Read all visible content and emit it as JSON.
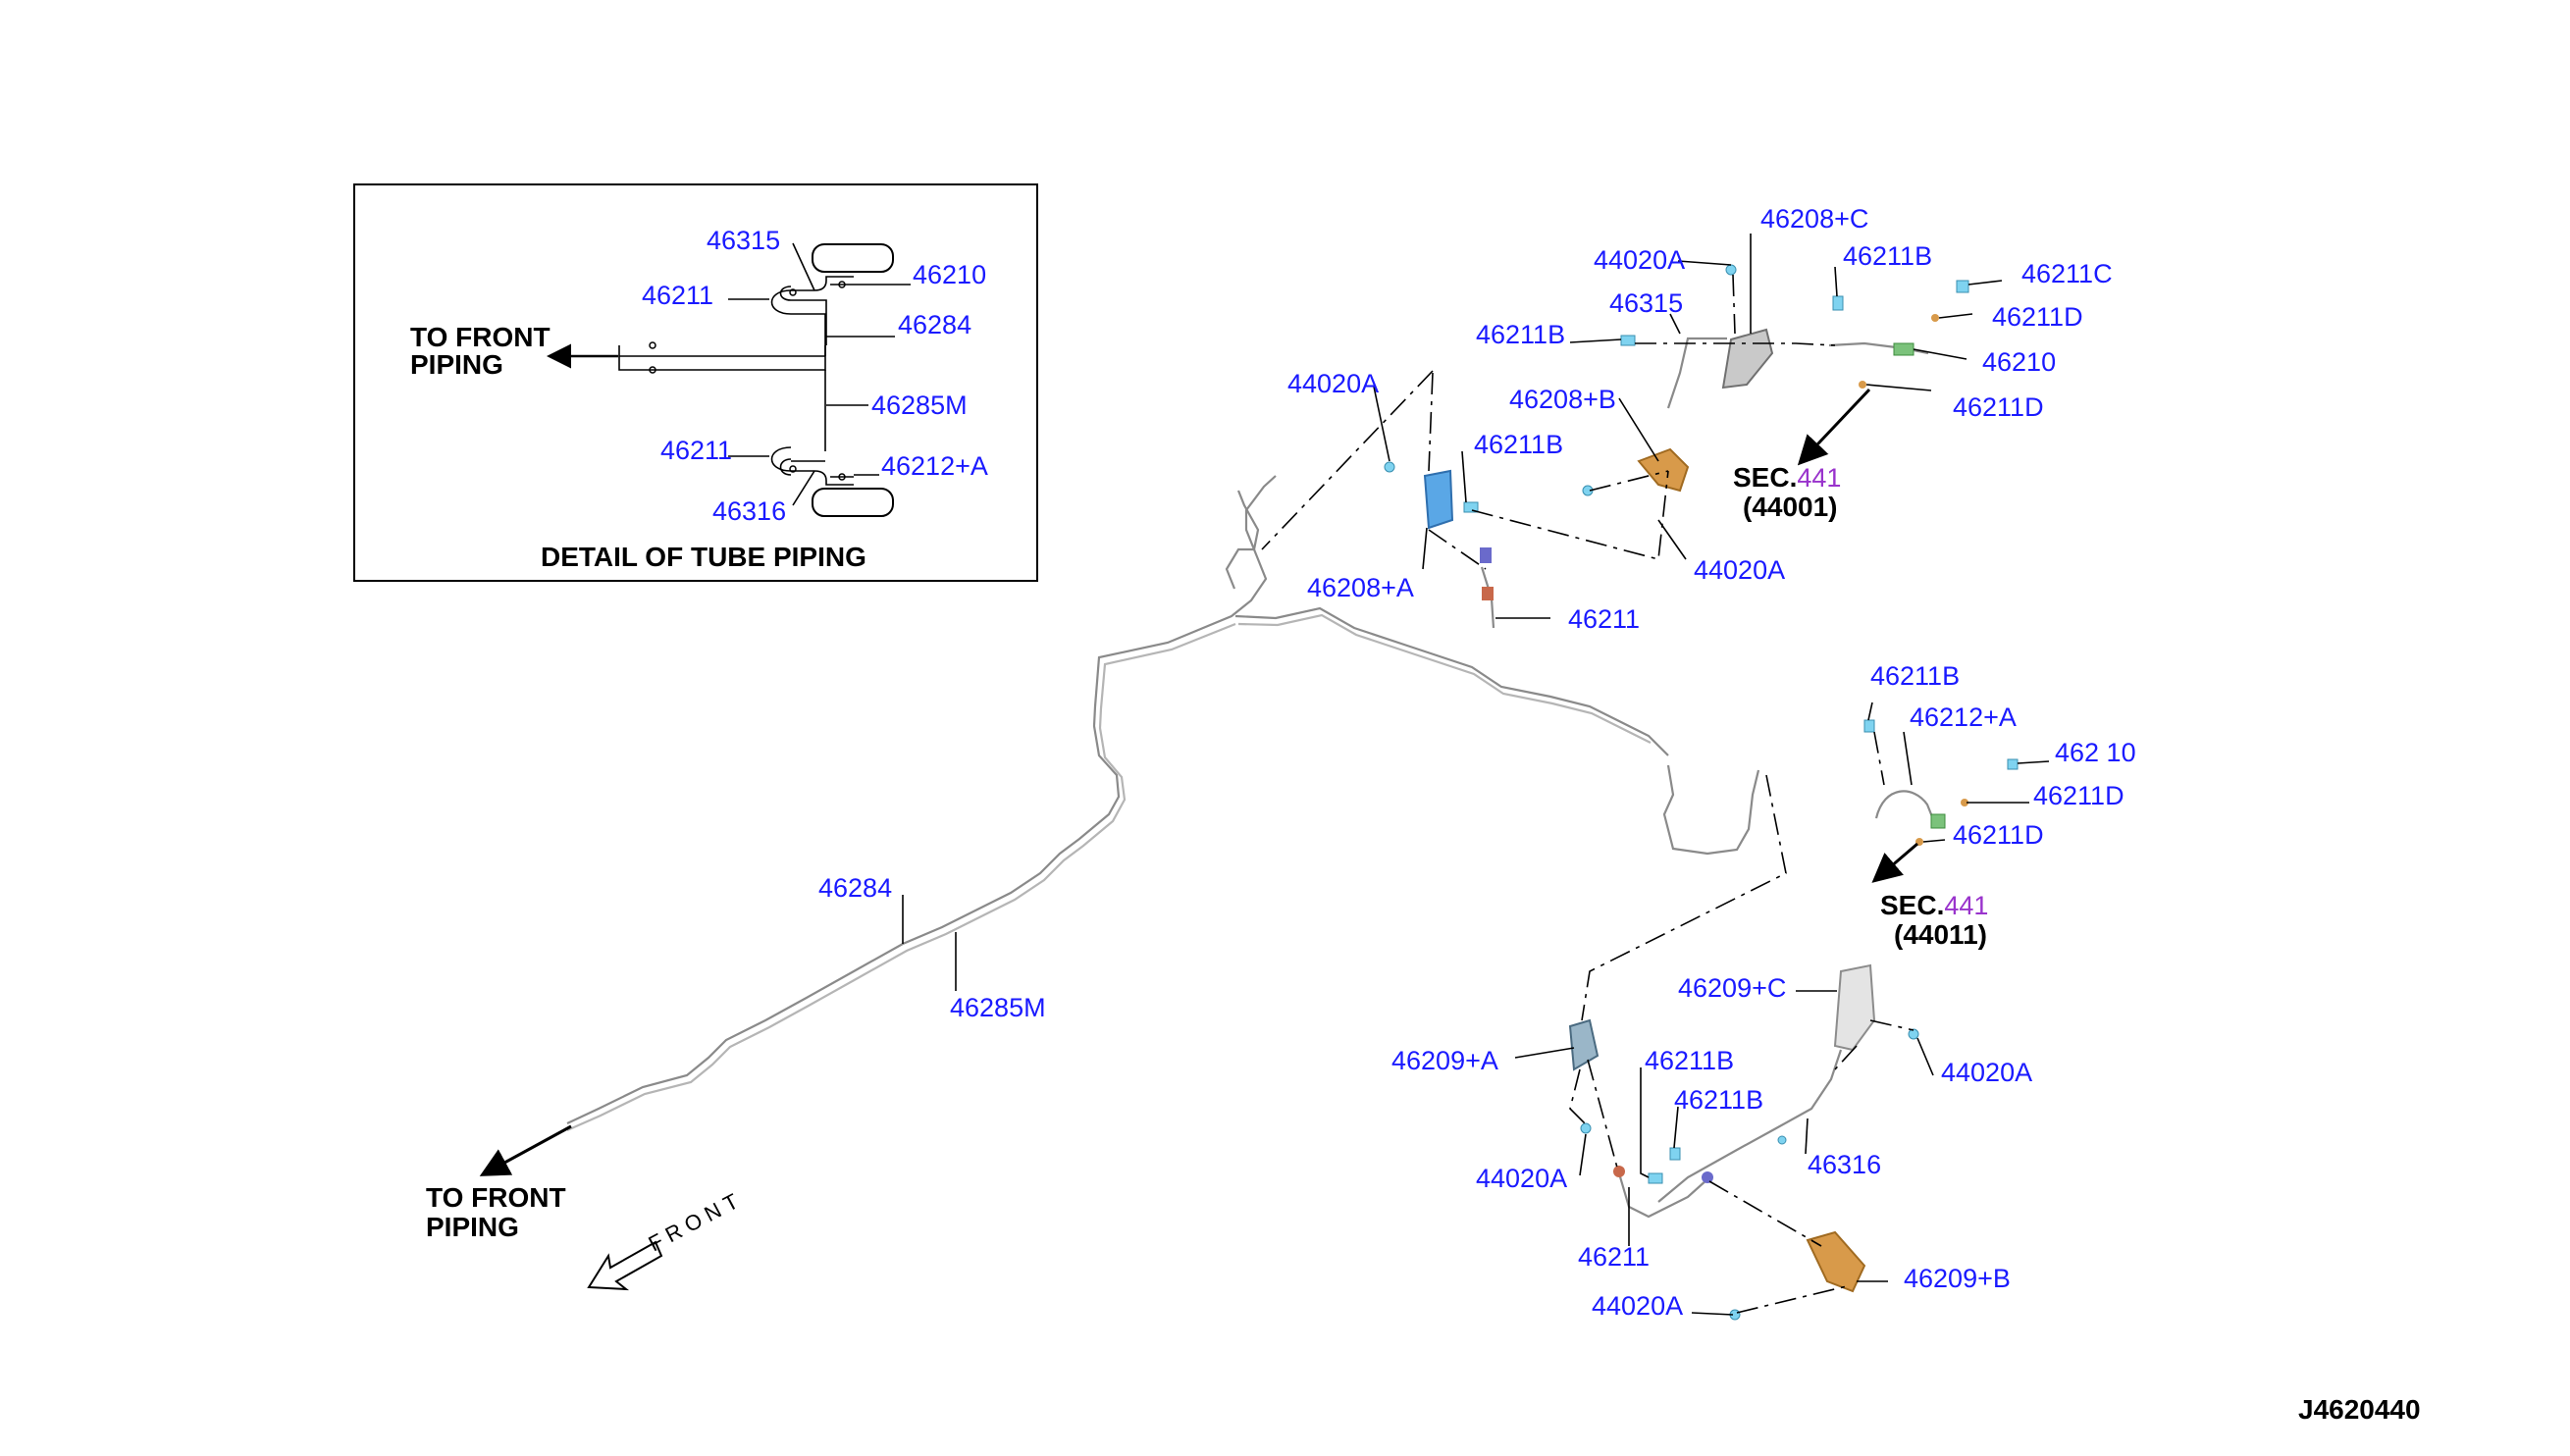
{
  "detail": {
    "title": "DETAIL OF TUBE PIPING",
    "to_front_line1": "TO FRONT",
    "to_front_line2": "PIPING",
    "labels": {
      "p46315": "46315",
      "p46210": "46210",
      "p46211_top": "46211",
      "p46284": "46284",
      "p46285M": "46285M",
      "p46211_bot": "46211",
      "p46212A": "46212+A",
      "p46316": "46316"
    }
  },
  "main": {
    "labels": {
      "l44020A_1": "44020A",
      "l46208C": "46208+C",
      "l46211B_1": "46211B",
      "l46211C": "46211C",
      "l46315": "46315",
      "l46211D_1": "46211D",
      "l46211B_2": "46211B",
      "l46210": "46210",
      "l44020A_2": "44020A",
      "l46208B": "46208+B",
      "l46211D_2": "46211D",
      "l46211B_3": "46211B",
      "l44020A_3": "44020A",
      "l46208A": "46208+A",
      "l46211_1": "46211",
      "l46211B_4": "46211B",
      "l46212A": "46212+A",
      "l46210_2": "462 10",
      "l46211D_3": "46211D",
      "l46211D_4": "46211D",
      "l46284": "46284",
      "l46285M": "46285M",
      "l46209C": "46209+C",
      "l46209A": "46209+A",
      "l46211B_5": "46211B",
      "l44020A_4": "44020A",
      "l46211B_6": "46211B",
      "l44020A_5": "44020A",
      "l46316": "46316",
      "l46211_2": "46211",
      "l46209B": "46209+B",
      "l44020A_6": "44020A"
    },
    "sec_top": {
      "prefix": "SEC.",
      "num": "441",
      "code": "(44001)"
    },
    "sec_bot": {
      "prefix": "SEC.",
      "num": "441",
      "code": "(44011)"
    },
    "to_front_line1": "TO FRONT",
    "to_front_line2": "PIPING",
    "front_arrow": "FRONT",
    "diagram_id": "J4620440"
  },
  "colors": {
    "label": "#1a1aff",
    "sec_ref": "#9933cc",
    "clip_blue": "#7fd3f0",
    "bracket_orange": "#d89a4a",
    "bracket_blue": "#5aa7e6",
    "pipe": "#8a8a8a"
  }
}
